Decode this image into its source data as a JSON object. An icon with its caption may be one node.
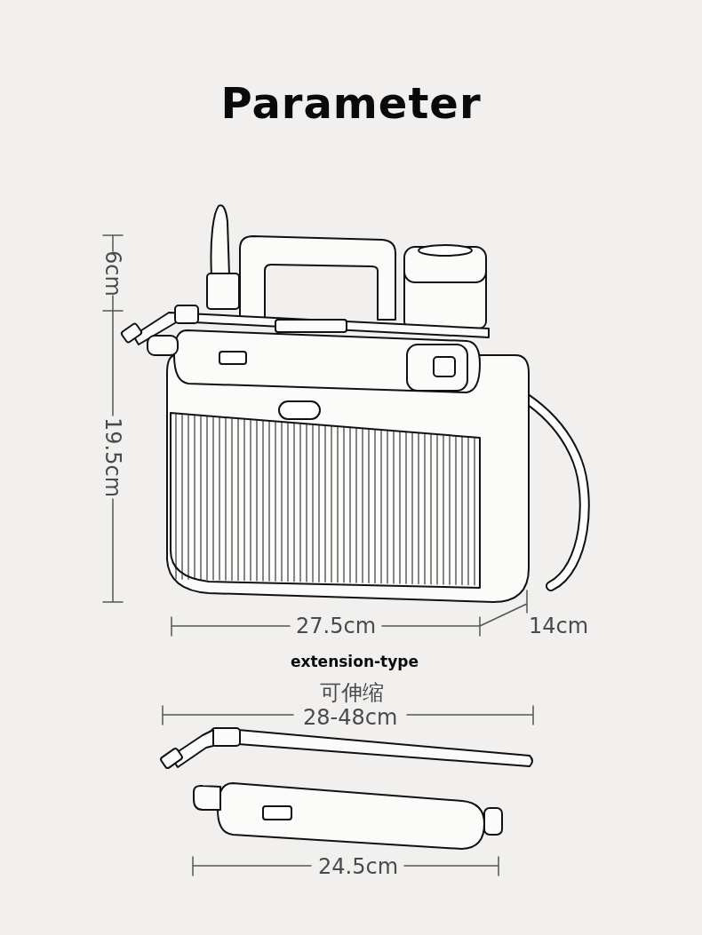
{
  "diagram": {
    "title": "Parameter",
    "labels": [
      "6cm",
      "19.5cm",
      "27.5cm",
      "14cm",
      "extension-type",
      "可伸缩",
      "28-48cm",
      "24.5cm"
    ]
  }
}
